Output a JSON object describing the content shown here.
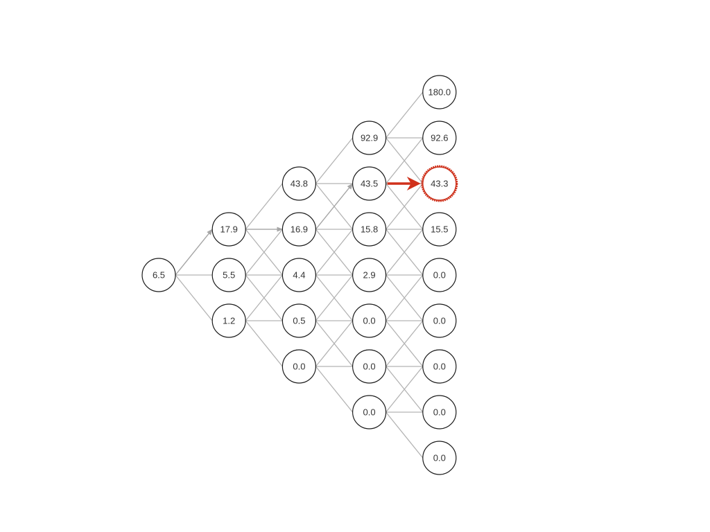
{
  "diagram": {
    "colors": {
      "edge": "#b3b3b3",
      "node_border": "#1a1a1a",
      "node_text": "#333333",
      "highlight": "#d0311b"
    },
    "columns": [
      {
        "nodes": [
          {
            "row": 0,
            "value": "6.5"
          }
        ]
      },
      {
        "nodes": [
          {
            "row": -1,
            "value": "17.9"
          },
          {
            "row": 0,
            "value": "5.5"
          },
          {
            "row": 1,
            "value": "1.2"
          }
        ]
      },
      {
        "nodes": [
          {
            "row": -2,
            "value": "43.8"
          },
          {
            "row": -1,
            "value": "16.9"
          },
          {
            "row": 0,
            "value": "4.4"
          },
          {
            "row": 1,
            "value": "0.5"
          },
          {
            "row": 2,
            "value": "0.0"
          }
        ]
      },
      {
        "nodes": [
          {
            "row": -3,
            "value": "92.9"
          },
          {
            "row": -2,
            "value": "43.5"
          },
          {
            "row": -1,
            "value": "15.8"
          },
          {
            "row": 0,
            "value": "2.9"
          },
          {
            "row": 1,
            "value": "0.0"
          },
          {
            "row": 2,
            "value": "0.0"
          },
          {
            "row": 3,
            "value": "0.0"
          }
        ]
      },
      {
        "nodes": [
          {
            "row": -4,
            "value": "180.0"
          },
          {
            "row": -3,
            "value": "92.6"
          },
          {
            "row": -2,
            "value": "43.3",
            "highlighted": true
          },
          {
            "row": -1,
            "value": "15.5"
          },
          {
            "row": 0,
            "value": "0.0"
          },
          {
            "row": 1,
            "value": "0.0"
          },
          {
            "row": 2,
            "value": "0.0"
          },
          {
            "row": 3,
            "value": "0.0"
          },
          {
            "row": 4,
            "value": "0.0"
          }
        ]
      }
    ],
    "arrowheads_on_edges": [
      {
        "from": [
          0,
          0
        ],
        "to": [
          1,
          -1
        ]
      },
      {
        "from": [
          1,
          -1
        ],
        "to": [
          2,
          -1
        ]
      },
      {
        "from": [
          2,
          -1
        ],
        "to": [
          3,
          -2
        ]
      }
    ],
    "highlight_arrow": {
      "from": [
        3,
        -2
      ],
      "to": [
        4,
        -2
      ]
    }
  }
}
